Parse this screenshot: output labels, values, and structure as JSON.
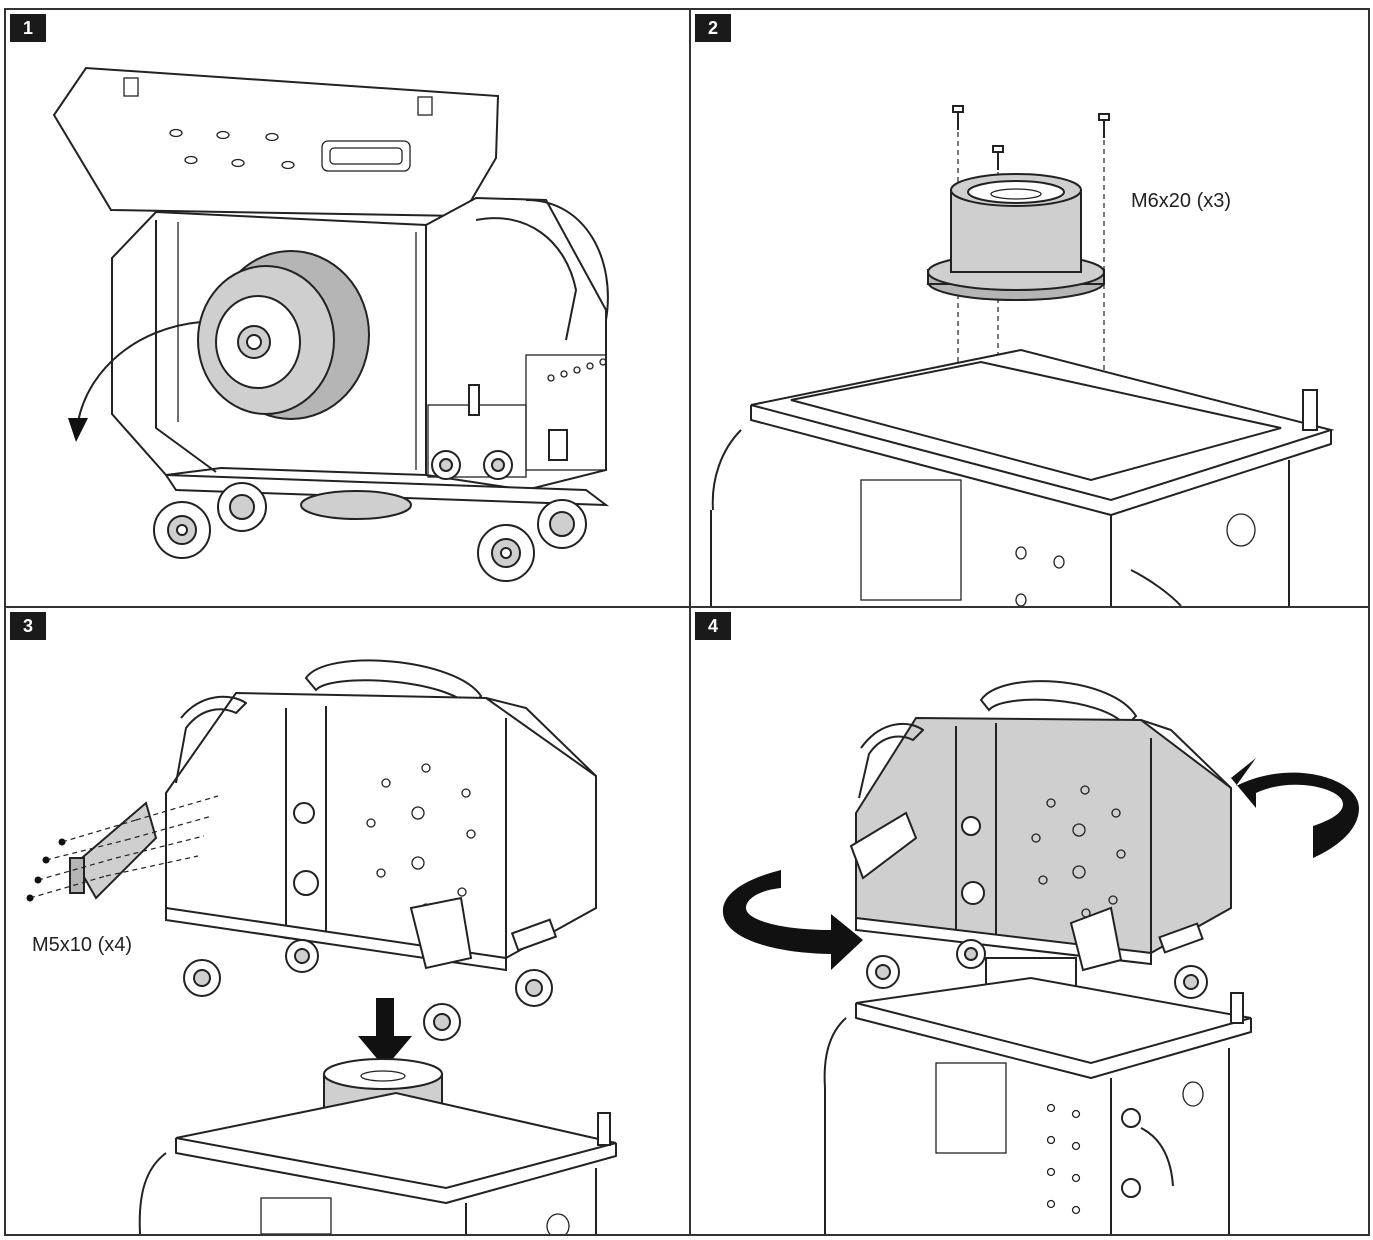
{
  "steps": [
    {
      "number": "1"
    },
    {
      "number": "2",
      "callout": "M6x20 (x3)"
    },
    {
      "number": "3",
      "callout": "M5x10 (x4)"
    },
    {
      "number": "4"
    }
  ],
  "colors": {
    "line": "#222222",
    "fill_grey": "#cfcfcf",
    "badge": "#1a1a1a"
  }
}
